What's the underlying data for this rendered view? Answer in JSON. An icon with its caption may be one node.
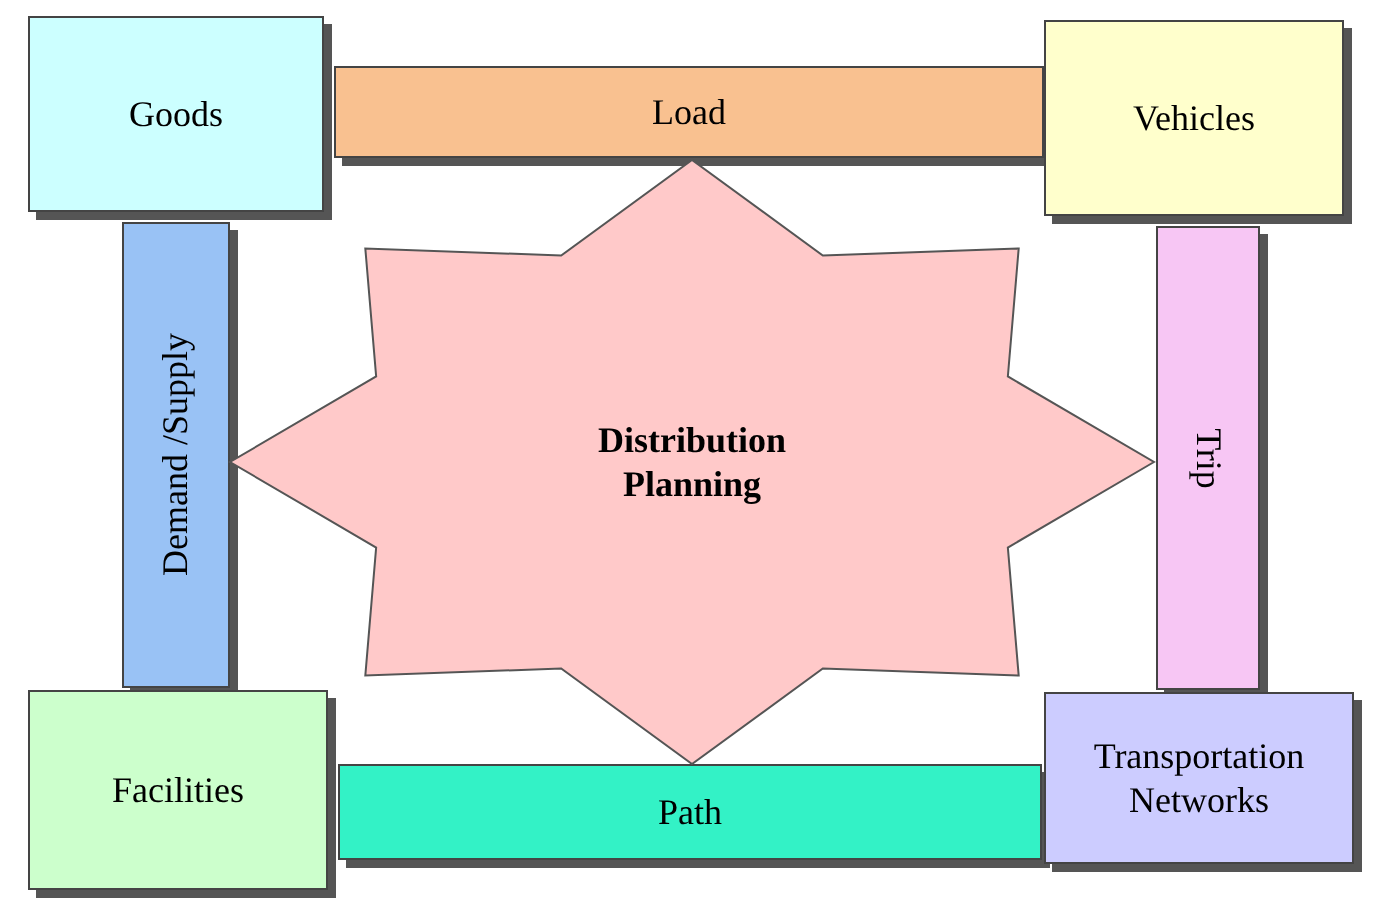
{
  "diagram": {
    "nodes": [
      {
        "text": [
          "Goods"
        ]
      },
      {
        "text": [
          "Load"
        ]
      },
      {
        "text": [
          "Vehicles"
        ]
      },
      {
        "text": [
          "Demand /Supply"
        ]
      },
      {
        "text": [
          "Distribution Planning"
        ]
      },
      {
        "text": [
          "Trip"
        ]
      },
      {
        "text": [
          "Facilities"
        ]
      },
      {
        "text": [
          "Path"
        ]
      },
      {
        "text": [
          "Transportation Networks"
        ]
      }
    ]
  }
}
